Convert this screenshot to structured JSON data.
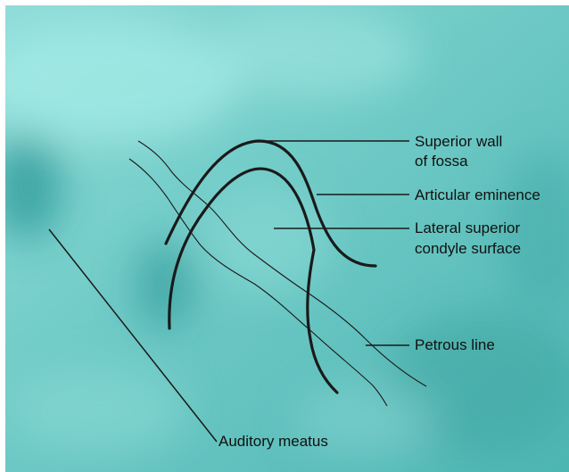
{
  "labels": {
    "superior_wall_line1": "Superior wall",
    "superior_wall_line2": "of fossa",
    "articular_eminence": "Articular eminence",
    "lateral_superior_line1": "Lateral superior",
    "lateral_superior_line2": "condyle surface",
    "petrous_line": "Petrous line",
    "auditory_meatus": "Auditory meatus"
  },
  "colors": {
    "radiograph_base": "#5fc2bf",
    "radiograph_light": "#8fe0dc",
    "radiograph_dark": "#2f9f9e",
    "outline": "#1a1a1a",
    "border": "#ffffff"
  }
}
